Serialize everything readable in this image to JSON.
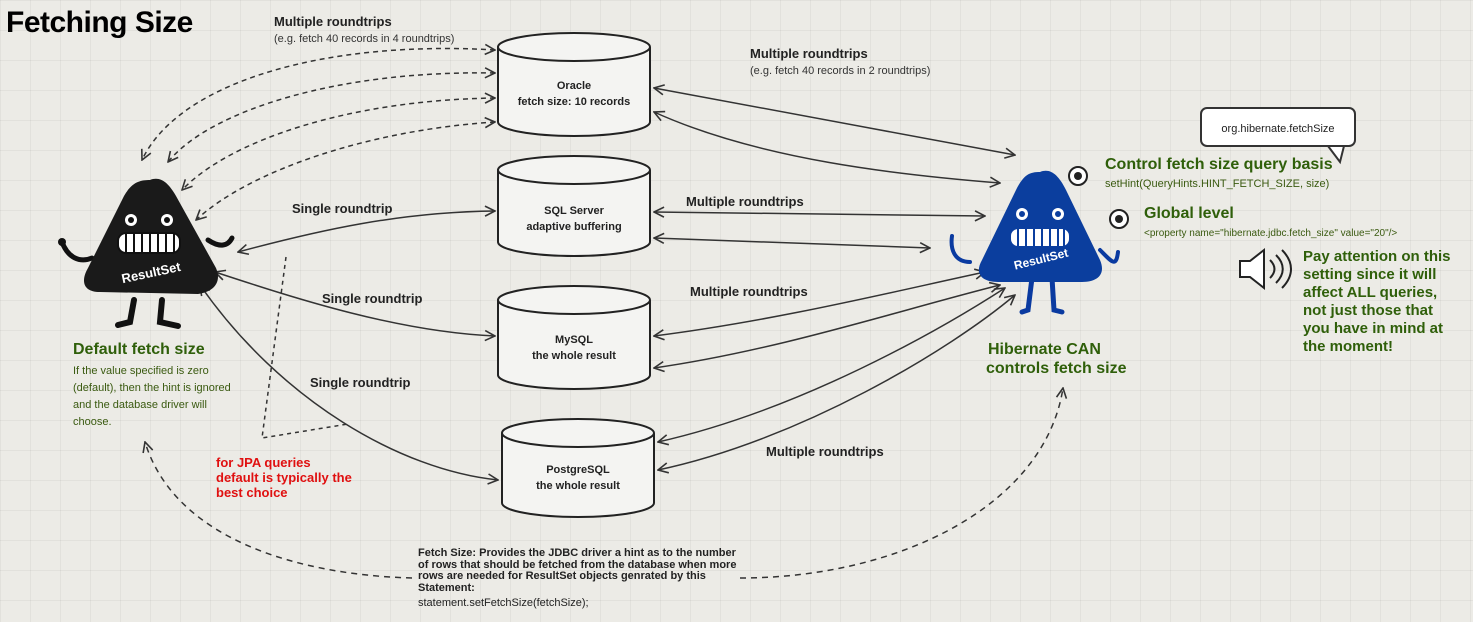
{
  "title": "Fetching Size",
  "left_character": {
    "label": "ResultSet",
    "color": "#222222"
  },
  "right_character": {
    "label": "ResultSet",
    "color": "#0a3aa0"
  },
  "databases": [
    {
      "name": "Oracle",
      "detail": "fetch size: 10 records"
    },
    {
      "name": "SQL Server",
      "detail": "adaptive buffering"
    },
    {
      "name": "MySQL",
      "detail": "the whole result"
    },
    {
      "name": "PostgreSQL",
      "detail": "the whole result"
    }
  ],
  "labels": {
    "oracle_left_title": "Multiple roundtrips",
    "oracle_left_sub": "(e.g. fetch 40 records in 4 roundtrips)",
    "oracle_right_title": "Multiple roundtrips",
    "oracle_right_sub": "(e.g. fetch 40 records in 2 roundtrips)",
    "sqlserver_left": "Single roundtrip",
    "sqlserver_right": "Multiple roundtrips",
    "mysql_left": "Single roundtrip",
    "mysql_right": "Multiple roundtrips",
    "postgres_left": "Single roundtrip",
    "postgres_right": "Multiple roundtrips"
  },
  "default_fetch": {
    "heading": "Default fetch size",
    "body": "If the value specified is zero (default), then the hint is ignored and the database driver will choose."
  },
  "jpa_note": "for JPA queries default is typically the best choice",
  "hibernate": {
    "line1": "Hibernate CAN",
    "line2": "controls fetch size"
  },
  "bubble_text": "org.hibernate.fetchSize",
  "query_basis": {
    "heading": "Control fetch size query basis",
    "code": "setHint(QueryHints.HINT_FETCH_SIZE, size)"
  },
  "global_level": {
    "heading": "Global level",
    "code": "<property name=\"hibernate.jdbc.fetch_size\" value=\"20\"/>"
  },
  "attention": "Pay attention on this setting since it will affect ALL queries, not just those that you have in mind at the moment!",
  "fetch_size_note": {
    "text": "Fetch Size: Provides the JDBC driver a hint as to the number of rows that should be fetched from the database when more rows are needed for ResultSet objects genrated by this Statement:",
    "code": "statement.setFetchSize(fetchSize);"
  }
}
